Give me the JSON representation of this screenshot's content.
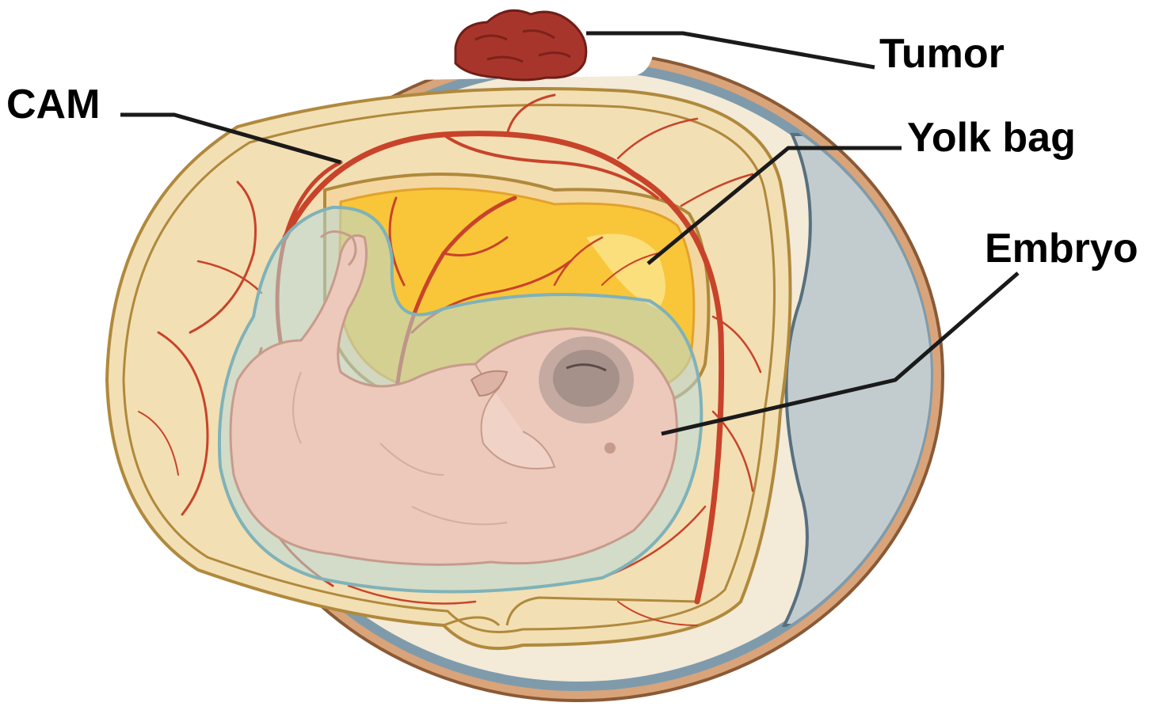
{
  "labels": {
    "cam": "CAM",
    "tumor": "Tumor",
    "yolk_bag": "Yolk bag",
    "embryo": "Embryo"
  },
  "colors": {
    "shell": "#a56f45",
    "shell_membrane": "#7f9bab",
    "albumen": "#f3ead8",
    "cam": "#f3dfb4",
    "membrane_line": "#b0893c",
    "vessel": "#c8432a",
    "yolk": "#f9c63a",
    "amnion": "#b7d9d9",
    "embryo": "#ecc9ba",
    "air_cell": "#c2cccf",
    "tumor": "#a8352b",
    "leader_line": "#1a1a1a"
  }
}
